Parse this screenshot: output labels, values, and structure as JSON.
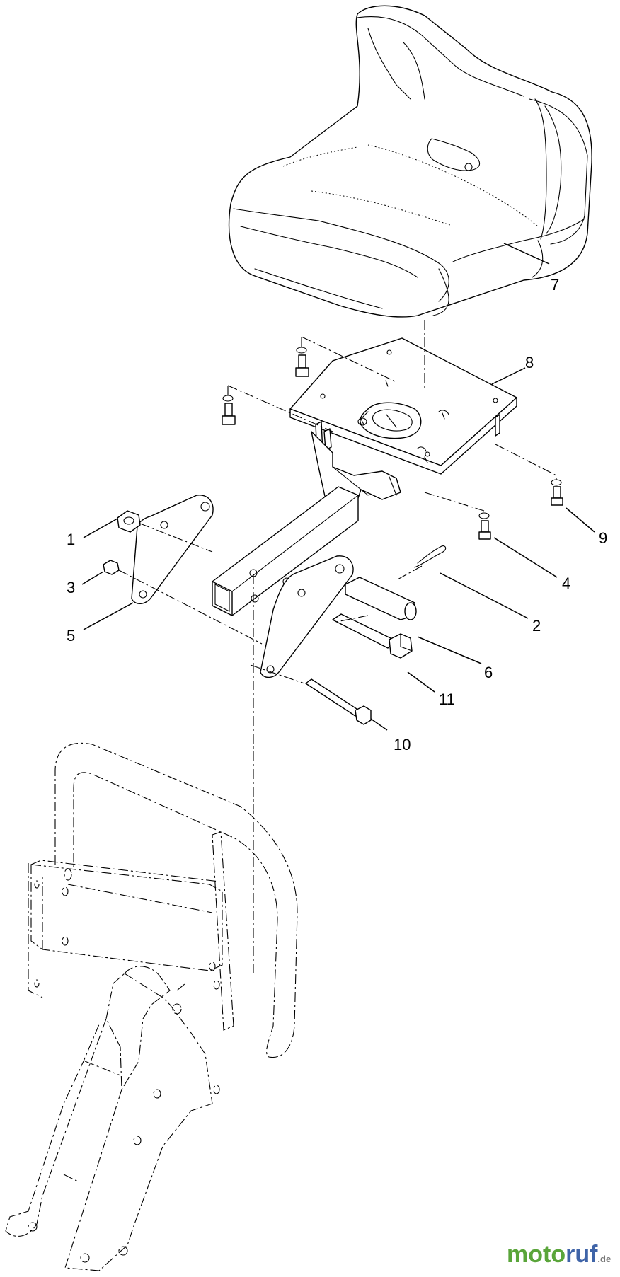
{
  "diagram": {
    "callouts": [
      {
        "id": "c1",
        "label": "1"
      },
      {
        "id": "c2",
        "label": "2"
      },
      {
        "id": "c3",
        "label": "3"
      },
      {
        "id": "c4",
        "label": "4"
      },
      {
        "id": "c5",
        "label": "5"
      },
      {
        "id": "c6",
        "label": "6"
      },
      {
        "id": "c7",
        "label": "7"
      },
      {
        "id": "c8",
        "label": "8"
      },
      {
        "id": "c9",
        "label": "9"
      },
      {
        "id": "c10",
        "label": "10"
      },
      {
        "id": "c11",
        "label": "11"
      }
    ]
  },
  "watermark": {
    "brand_a": "moto",
    "brand_b": "ruf",
    "tld": ".de"
  }
}
